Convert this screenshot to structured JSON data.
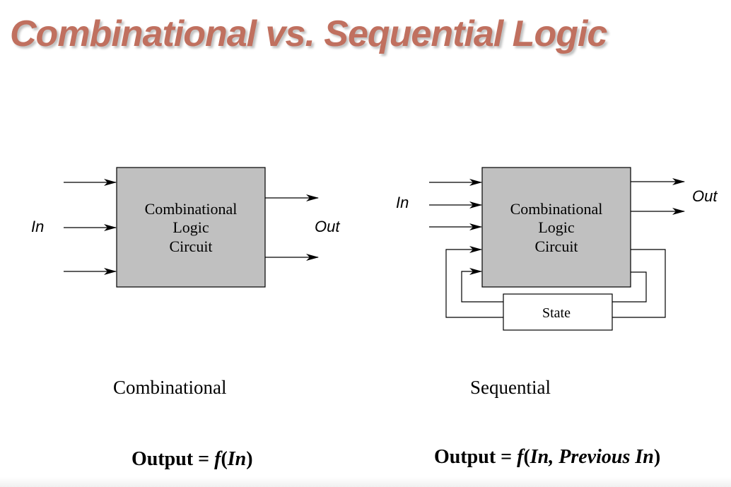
{
  "slide": {
    "title": "Combinational vs. Sequential Logic"
  },
  "combinational": {
    "box_lines": [
      "Combinational",
      "Logic",
      "Circuit"
    ],
    "input_label": "In",
    "output_label": "Out",
    "caption": "Combinational",
    "formula": {
      "prefix": "Output = ",
      "func": "f",
      "open": "(",
      "args": "In",
      "close": ")"
    }
  },
  "sequential": {
    "box_lines": [
      "Combinational",
      "Logic",
      "Circuit"
    ],
    "state_label": "State",
    "input_label": "In",
    "output_label": "Out",
    "caption": "Sequential",
    "formula": {
      "prefix": "Output = ",
      "func": "f",
      "open": "(",
      "args": "In, Previous In",
      "close": ")"
    }
  },
  "colors": {
    "title": "#c0705f",
    "box_fill": "#c0c0c0",
    "line": "#000000"
  }
}
